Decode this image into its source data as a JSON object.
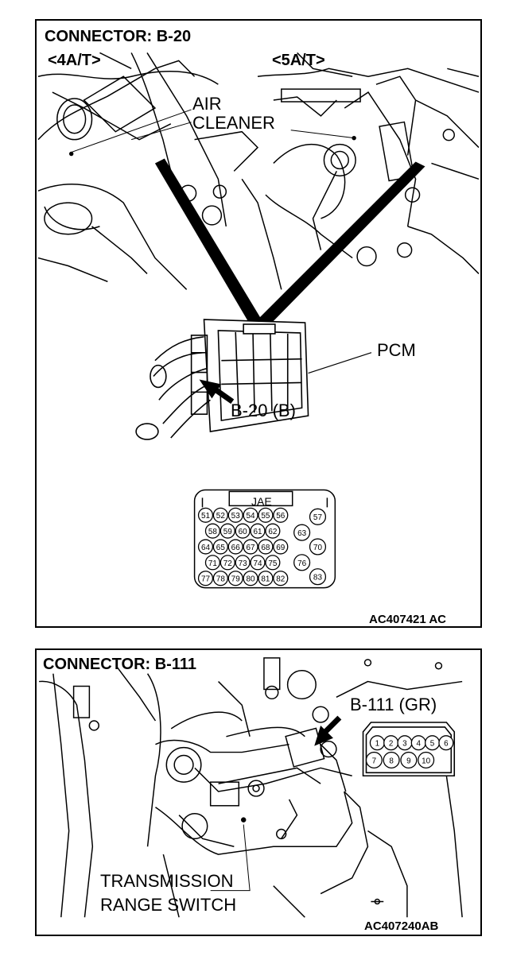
{
  "connector_b20": {
    "title": "CONNECTOR: B-20",
    "variant_4at": "<4A/T>",
    "variant_5at": "<5A/T>",
    "air_cleaner_line1": "AIR",
    "air_cleaner_line2": "CLEANER",
    "pcm_label": "PCM",
    "connector_label": "B-20 (B)",
    "maker_label": "JAE",
    "pins": {
      "row1": [
        "51",
        "52",
        "53",
        "54",
        "55",
        "56"
      ],
      "row2": [
        "58",
        "59",
        "60",
        "61",
        "62"
      ],
      "row3": [
        "64",
        "65",
        "66",
        "67",
        "68",
        "69"
      ],
      "row4": [
        "71",
        "72",
        "73",
        "74",
        "75"
      ],
      "row5": [
        "77",
        "78",
        "79",
        "80",
        "81",
        "82"
      ],
      "side": [
        "57",
        "63",
        "70",
        "76",
        "83"
      ]
    },
    "figure_code": "AC407421 AC"
  },
  "connector_b111": {
    "title": "CONNECTOR: B-111",
    "connector_label": "B-111 (GR)",
    "pins_top": [
      "1",
      "2",
      "3",
      "4",
      "5",
      "6"
    ],
    "pins_bottom": [
      "7",
      "8",
      "9",
      "10"
    ],
    "switch_line1": "TRANSMISSION",
    "switch_line2": "RANGE SWITCH",
    "figure_code": "AC407240AB"
  }
}
